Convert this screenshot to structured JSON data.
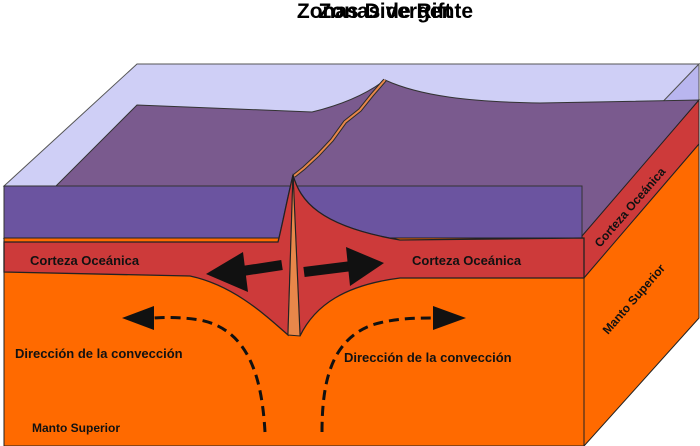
{
  "title": {
    "line1": "Zonas Divergente",
    "line2": "Zonas de Rift"
  },
  "labels": {
    "crust_left": "Corteza Oceánica",
    "crust_right": "Corteza Oceánica",
    "crust_side": "Corteza Oceánica",
    "mantle_side": "Manto Superior",
    "mantle_front": "Manto Superior",
    "convection_left": "Dirección de la convección",
    "convection_right": "Dirección de la convección"
  },
  "colors": {
    "water_top": "#cfcff6",
    "ocean_floor": "#7a5a8e",
    "water_front": "#6b54a0",
    "crust": "#cd3a3a",
    "mantle": "#ff6a00",
    "rift_magma": "#e8874a",
    "outline": "#1a1a1a"
  }
}
